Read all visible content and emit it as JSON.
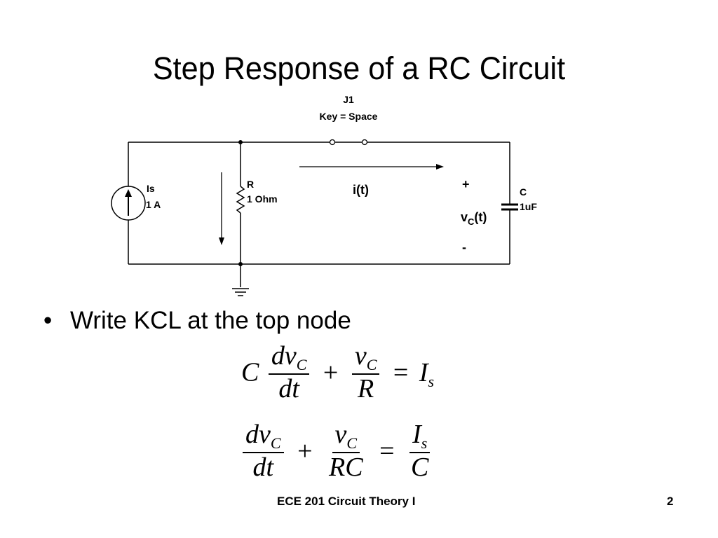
{
  "slide": {
    "title": "Step Response of a RC Circuit",
    "page_number": "2",
    "footer": "ECE 201 Circuit Theory I"
  },
  "circuit": {
    "switch": {
      "name": "J1",
      "key_label": "Key = Space"
    },
    "source": {
      "name": "Is",
      "value": "1 A"
    },
    "resistor": {
      "name": "R",
      "value": "1 Ohm"
    },
    "capacitor": {
      "name": "C",
      "value": "1uF"
    },
    "current_label": "i(t)",
    "voltage_label": {
      "base": "v",
      "sub": "C",
      "rest": "(t)"
    },
    "plus": "+",
    "minus": "-"
  },
  "bullets": [
    {
      "text": "Write KCL at the top node",
      "marker": "•"
    }
  ],
  "equations": {
    "eq1": {
      "lead": "C",
      "frac1": {
        "num_base": "dv",
        "num_sub": "C",
        "den": "dt"
      },
      "plus": "+",
      "frac2": {
        "num_base": "v",
        "num_sub": "C",
        "den": "R"
      },
      "equals": "=",
      "rhs_base": "I",
      "rhs_sub": "s"
    },
    "eq2": {
      "frac1": {
        "num_base": "dv",
        "num_sub": "C",
        "den": "dt"
      },
      "plus": "+",
      "frac2": {
        "num_base": "v",
        "num_sub": "C",
        "den": "RC"
      },
      "equals": "=",
      "frac3": {
        "num_base": "I",
        "num_sub": "s",
        "den": "C"
      }
    }
  }
}
